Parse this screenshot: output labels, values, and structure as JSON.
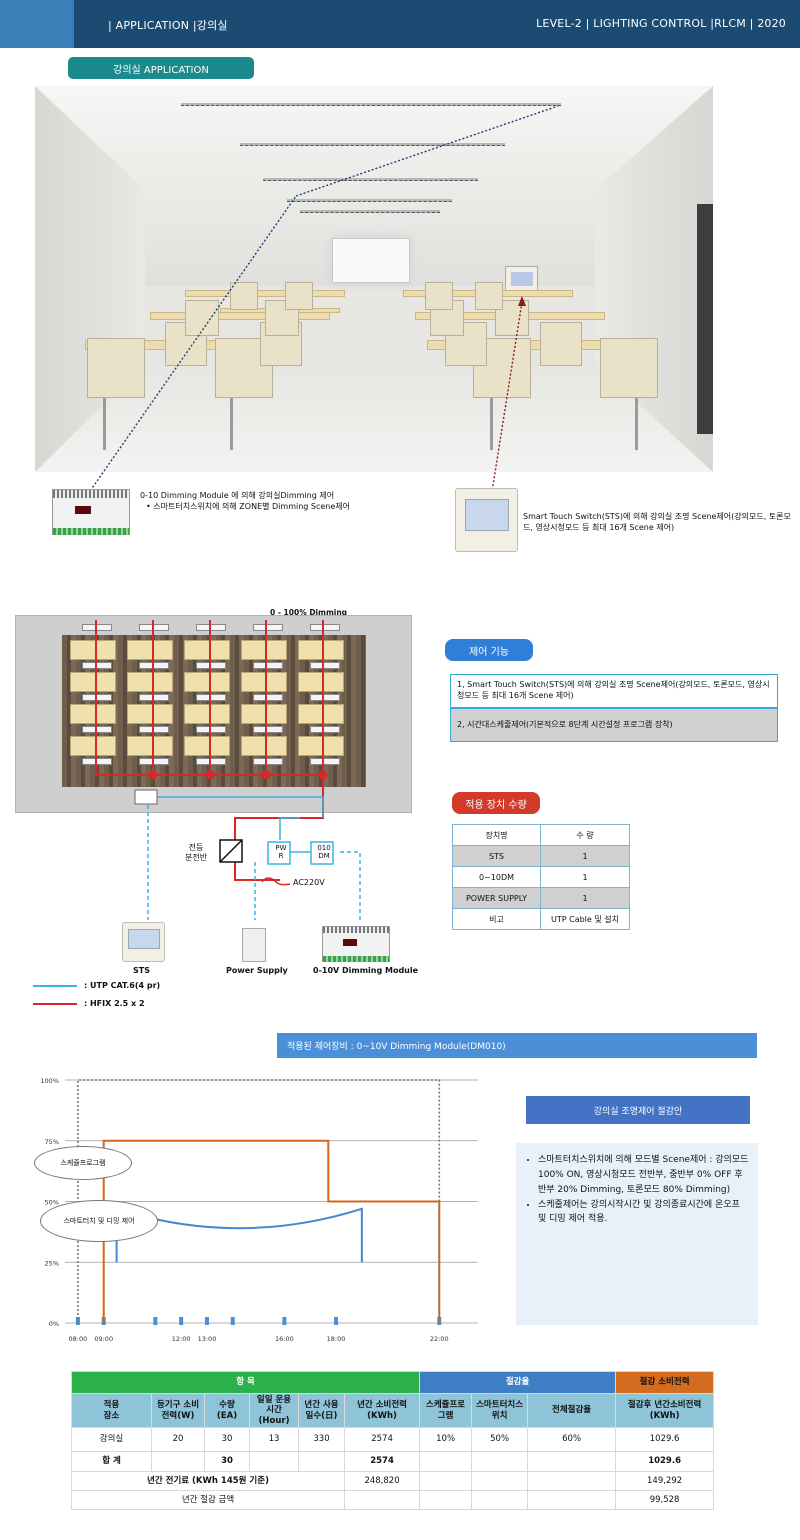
{
  "header": {
    "left": "| APPLICATION |강의실",
    "right": "LEVEL-2 | LIGHTING CONTROL |RLCM | 2020"
  },
  "section1": {
    "title": "강의실 APPLICATION",
    "dimming_module": {
      "line1": "0-10 Dimming Module 에 의해 강의실Dimming 제어",
      "line2": "• 스마트터치스위치에 의해 ZONE별 Dimming Scene제어"
    },
    "sts": {
      "line1": "Smart Touch Switch(STS)에 의해 강의실 조명 Scene제어(강의모드, 토론모",
      "line2": "드, 영상시청모드 등 최대 16개 Scene 제어)"
    }
  },
  "plan": {
    "top_label": "0 - 100% Dimming",
    "panel_label_1": "전등",
    "panel_label_2": "분전반",
    "pwr_label": "PW\nR",
    "dm_label": "010\nDM",
    "ac_label": "AC220V",
    "device_labels": [
      "STS",
      "Power Supply",
      "0-10V Dimming Module"
    ],
    "legend": [
      {
        "text": ": UTP CAT.6(4 pr)",
        "color": "#3ab4e6"
      },
      {
        "text": ": HFIX 2.5 x 2",
        "color": "#d42a2a"
      }
    ]
  },
  "control": {
    "title": "제어 기능",
    "items": [
      "1, Smart Touch Switch(STS)에 의해 강의실 조명 Scene제어(강의모드, 토론모드, 영상시청모드 등 최대 16개 Scene 제어)",
      "2, 시간대스케줄제어(기본적으로 8단계 시간설정 프로그램 장착)"
    ]
  },
  "equipment": {
    "title": "적용 장치 수량",
    "headers": [
      "장치명",
      "수 량"
    ],
    "rows": [
      [
        "STS",
        "1"
      ],
      [
        "0~10DM",
        "1"
      ],
      [
        "POWER SUPPLY",
        "1"
      ],
      [
        "비고",
        "UTP Cable 및 설치"
      ]
    ]
  },
  "chart_banner": "적용된 제어장비 : 0~10V Dimming Module(DM010)",
  "chart_data": {
    "type": "line",
    "y_ticks": [
      "100%",
      "75%",
      "50%",
      "25%",
      "0%"
    ],
    "x_ticks": [
      "08:00",
      "09:00",
      "12:00",
      "13:00",
      "16:00",
      "18:00",
      "22:00"
    ],
    "ylim": [
      0,
      100
    ],
    "xlim": [
      7.5,
      23.5
    ],
    "series": [
      {
        "name": "스케쥴프로그램",
        "color": "#d4661b",
        "points": [
          [
            9,
            0
          ],
          [
            9,
            75
          ],
          [
            17.7,
            75
          ],
          [
            17.7,
            50
          ],
          [
            22,
            50
          ],
          [
            22,
            0
          ]
        ]
      },
      {
        "name": "스마트터치 및 디밍 제어",
        "color": "#3f8ad6",
        "points": [
          [
            9.5,
            25
          ],
          [
            9.5,
            47
          ],
          [
            13,
            40
          ],
          [
            14.5,
            38
          ],
          [
            16,
            38
          ],
          [
            18,
            41
          ],
          [
            19,
            47
          ],
          [
            19,
            25
          ]
        ]
      },
      {
        "color": "#777777",
        "points": [
          [
            8,
            0
          ],
          [
            8,
            100
          ],
          [
            22,
            100
          ],
          [
            22,
            0
          ]
        ]
      }
    ]
  },
  "savings": {
    "title": "강의실 조명제어 절감안",
    "bullets": [
      "스마트터치스위치에 의해 모드별 Scene제어 : 강의모드 100% ON, 영상시청모드 전반부, 중반부 0% OFF 후반부 20% Dimming, 토론모드 80% Dimming)",
      "스케줄제어는 강의시작시간 및 강의종료시간에 온오프 및 디밍 제어 적용."
    ]
  },
  "table": {
    "group_headers": [
      "항 목",
      "절감율",
      "절감 소비전력"
    ],
    "headers": [
      "적용\n장소",
      "등기구 소비\n전력(W)",
      "수량\n(EA)",
      "일일 운용\n시간(Hour)",
      "년간 사용\n일수(日)",
      "년간 소비전력\n(KWh)",
      "스케쥴프로\n그램",
      "스마트터치스\n위치",
      "전체절감율",
      "절감후 년간소비전력\n(KWh)"
    ],
    "row1": [
      "강의실",
      "20",
      "30",
      "13",
      "330",
      "2574",
      "10%",
      "50%",
      "60%",
      "1029.6"
    ],
    "total": {
      "label": "합 계",
      "qty": "30",
      "annual": "2574",
      "saved": "1029.6"
    },
    "fee": {
      "label": "년간 전기료 (KWh 145원 기준)",
      "before": "248,820",
      "after": "149,292"
    },
    "saving": {
      "label": "년간 절감 금액",
      "value": "99,528"
    }
  }
}
